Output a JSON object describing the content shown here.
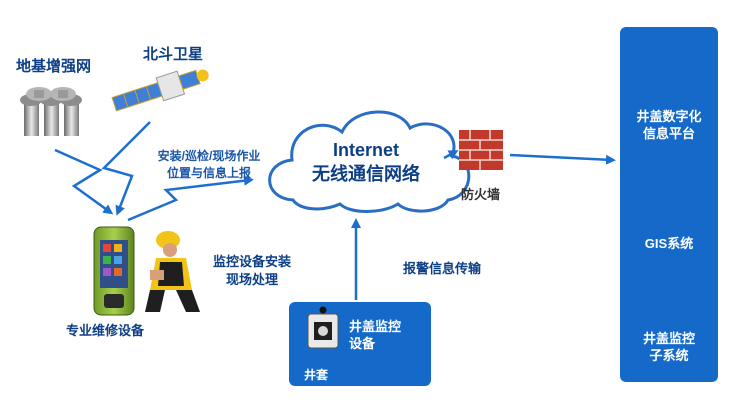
{
  "nodes": {
    "ground_aug": "地基增强网",
    "beidou": "北斗卫星",
    "cloud_line1": "Internet",
    "cloud_line2": "无线通信网络",
    "firewall": "防火墙",
    "platform": [
      "井盖数字化",
      "信息平台"
    ],
    "gis": "GIS系统",
    "subsystem": [
      "井盖监控",
      "子系统"
    ],
    "device": "专业维修设备",
    "monitor_install": [
      "监控设备安装",
      "现场处理"
    ],
    "well_monitor": [
      "井盖监控",
      "设备"
    ],
    "well_sleeve": "井套"
  },
  "edges": {
    "upload": [
      "安装/巡检/现场作业",
      "位置与信息上报"
    ],
    "alarm": "报警信息传输"
  },
  "colors": {
    "accent": "#1a56a8",
    "panel": "#1469c9",
    "arrow": "#1d6fcf"
  }
}
